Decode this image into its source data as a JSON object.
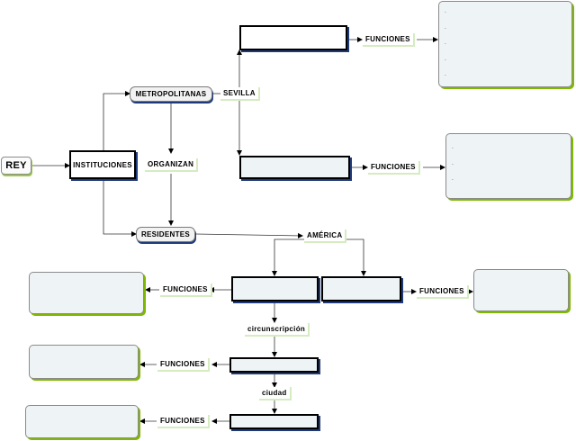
{
  "nodes": {
    "rey": "REY",
    "instituciones": "INSTITUCIONES",
    "metropolitanas": "METROPOLITANAS",
    "sevilla": "SEVILLA",
    "organizan": "ORGANIZAN",
    "residentes": "RESIDENTES",
    "america": "AMÉRICA",
    "circunscripcion": "circunscripción",
    "ciudad": "ciudad",
    "box_sevilla_top": "",
    "box_sevilla_bottom": "",
    "box_america_left": "",
    "box_america_right": "",
    "box_circunscripcion": "",
    "box_ciudad": ""
  },
  "funciones": {
    "sevilla_top": "FUNCIONES",
    "sevilla_bottom": "FUNCIONES",
    "america_left": "FUNCIONES",
    "america_right": "FUNCIONES",
    "circunscripcion": "FUNCIONES",
    "ciudad": "FUNCIONES"
  },
  "notes": {
    "sevilla_top": [
      "-",
      "-",
      "-",
      "-",
      "-"
    ],
    "sevilla_bottom": [
      "-",
      "-",
      "-"
    ],
    "america_left": [],
    "america_right": [],
    "circunscripcion": [],
    "ciudad": []
  },
  "colors": {
    "accent_green": "#7fb800",
    "shadow_navy": "#1f3a7a",
    "note_fill": "#eef3f6"
  }
}
